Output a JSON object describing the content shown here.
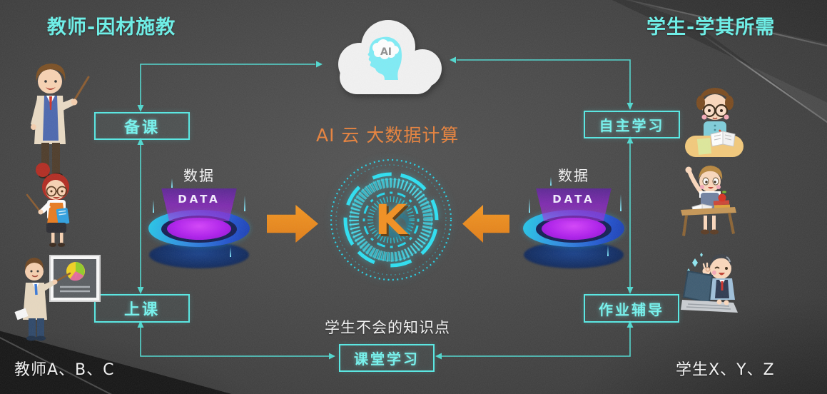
{
  "slide": {
    "title_left": "教师-因材施教",
    "title_right": "学生-学其所需",
    "cloud_caption": "AI 云 大数据计算",
    "cloud_ai_label": "AI",
    "hud_letter": "K",
    "knowledge_note": "学生不会的知识点",
    "footer_left": "教师A、B、C",
    "footer_right": "学生X、Y、Z"
  },
  "nodes": {
    "prep": "备课",
    "teach": "上课",
    "self_study": "自主学习",
    "homework": "作业辅导",
    "classroom": "课堂学习"
  },
  "platforms": {
    "left": {
      "label_cn": "数据",
      "label_en": "DATA"
    },
    "right": {
      "label_cn": "数据",
      "label_en": "DATA"
    }
  },
  "colors": {
    "cyan_title": "#6AF1E9",
    "cyan_line": "#4FD8CF",
    "box_border": "#55E9E4",
    "orange_text": "#E8813A",
    "orange_arrow": "#EC8A1C",
    "hud_cyan": "#22D4EA",
    "k_orange": "#F28F1E",
    "holo_purple": "#AE1CEC"
  }
}
